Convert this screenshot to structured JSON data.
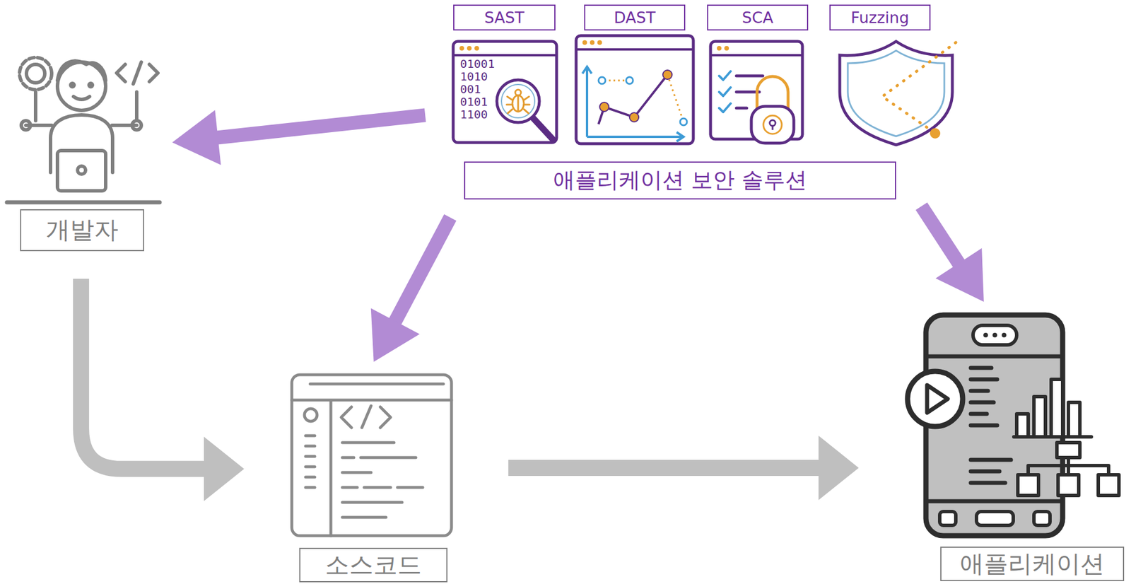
{
  "diagram": {
    "nodes": [
      {
        "text": [
          "애플리케이션 보안 솔루션"
        ]
      },
      {
        "text": [
          "SAST"
        ],
        "in": 0
      },
      {
        "text": [
          "DAST"
        ],
        "in": 0
      },
      {
        "text": [
          "SCA"
        ],
        "in": 0
      },
      {
        "text": [
          "Fuzzing"
        ],
        "in": 0
      },
      {
        "text": [
          "개발자"
        ]
      },
      {
        "text": [
          "소스코드"
        ]
      },
      {
        "text": [
          "애플리케이션"
        ]
      }
    ],
    "edges": [
      {
        "from": 0,
        "to": 5,
        "arrow": "to"
      },
      {
        "from": 0,
        "to": 6,
        "arrow": "to"
      },
      {
        "from": 0,
        "to": 7,
        "arrow": "to"
      },
      {
        "from": 5,
        "to": 6,
        "arrow": "to"
      },
      {
        "from": 6,
        "to": 7,
        "arrow": "to"
      }
    ],
    "labels": [
      "01001",
      "1010",
      "001",
      "0101",
      "1100"
    ]
  }
}
